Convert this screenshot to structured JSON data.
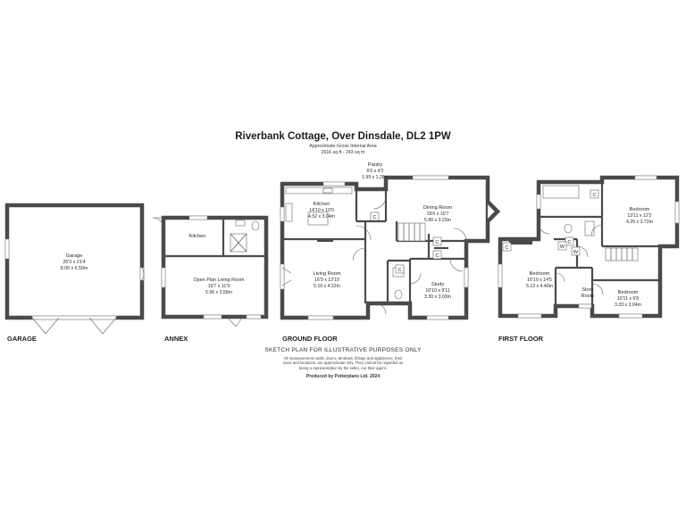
{
  "header": {
    "title": "Riverbank Cottage, Over Dinsdale, DL2 1PW",
    "area_line1": "Approximate Gross Internal Area",
    "area_line2": "2616 sq ft - 243 sq m"
  },
  "floors": {
    "garage": "GARAGE",
    "annex": "ANNEX",
    "ground": "GROUND FLOOR",
    "first": "FIRST FLOOR"
  },
  "rooms": {
    "garage": {
      "name": "Garage",
      "imperial": "26'3 x 21'4",
      "metric": "8.00 x 6.50m"
    },
    "annex_kitchen": {
      "name": "Kitchen"
    },
    "annex_living": {
      "name": "Open Plan Living Room",
      "imperial": "19'7 x 11'9",
      "metric": "5.96 x 3.58m"
    },
    "kitchen": {
      "name": "Kitchen",
      "imperial": "14'10 x 10'0",
      "metric": "4.52 x 3.04m"
    },
    "pantry": {
      "name": "Pantry",
      "imperial": "6'6 x 4'2",
      "metric": "1.99 x 1.26m"
    },
    "dining": {
      "name": "Dining Room",
      "imperial": "19'0 x 10'7",
      "metric": "5.80 x 3.23m"
    },
    "living": {
      "name": "Living Room",
      "imperial": "16'9 x 13'10",
      "metric": "5.10 x 4.22m"
    },
    "study": {
      "name": "Study",
      "imperial": "10'10 x 9'11",
      "metric": "3.30 x 3.03m"
    },
    "bedroom1": {
      "name": "Bedroom",
      "imperial": "16'10 x 14'5",
      "metric": "5.13 x 4.40m"
    },
    "bedroom2": {
      "name": "Bedroom",
      "imperial": "13'11 x 12'2",
      "metric": "4.25 x 3.72m"
    },
    "bedroom3": {
      "name": "Bedroom",
      "imperial": "10'11 x 6'8",
      "metric": "3.33 x 2.04m"
    },
    "store": {
      "name_line1": "Store",
      "name_line2": "Room"
    }
  },
  "cupboards": {
    "c": "C",
    "w": "W"
  },
  "footer": {
    "heading": "SKETCH PLAN FOR ILLUSTRATIVE PURPOSES ONLY",
    "disclaimer_1": "All measurements walls, doors, windows, fittings and appliances, their",
    "disclaimer_2": "sizes and locations, are approximate only. They cannot be regarded as",
    "disclaimer_3": "being a representation by the seller, nor their agent.",
    "produced_by": "Produced by Potterplans Ltd. 2024"
  }
}
